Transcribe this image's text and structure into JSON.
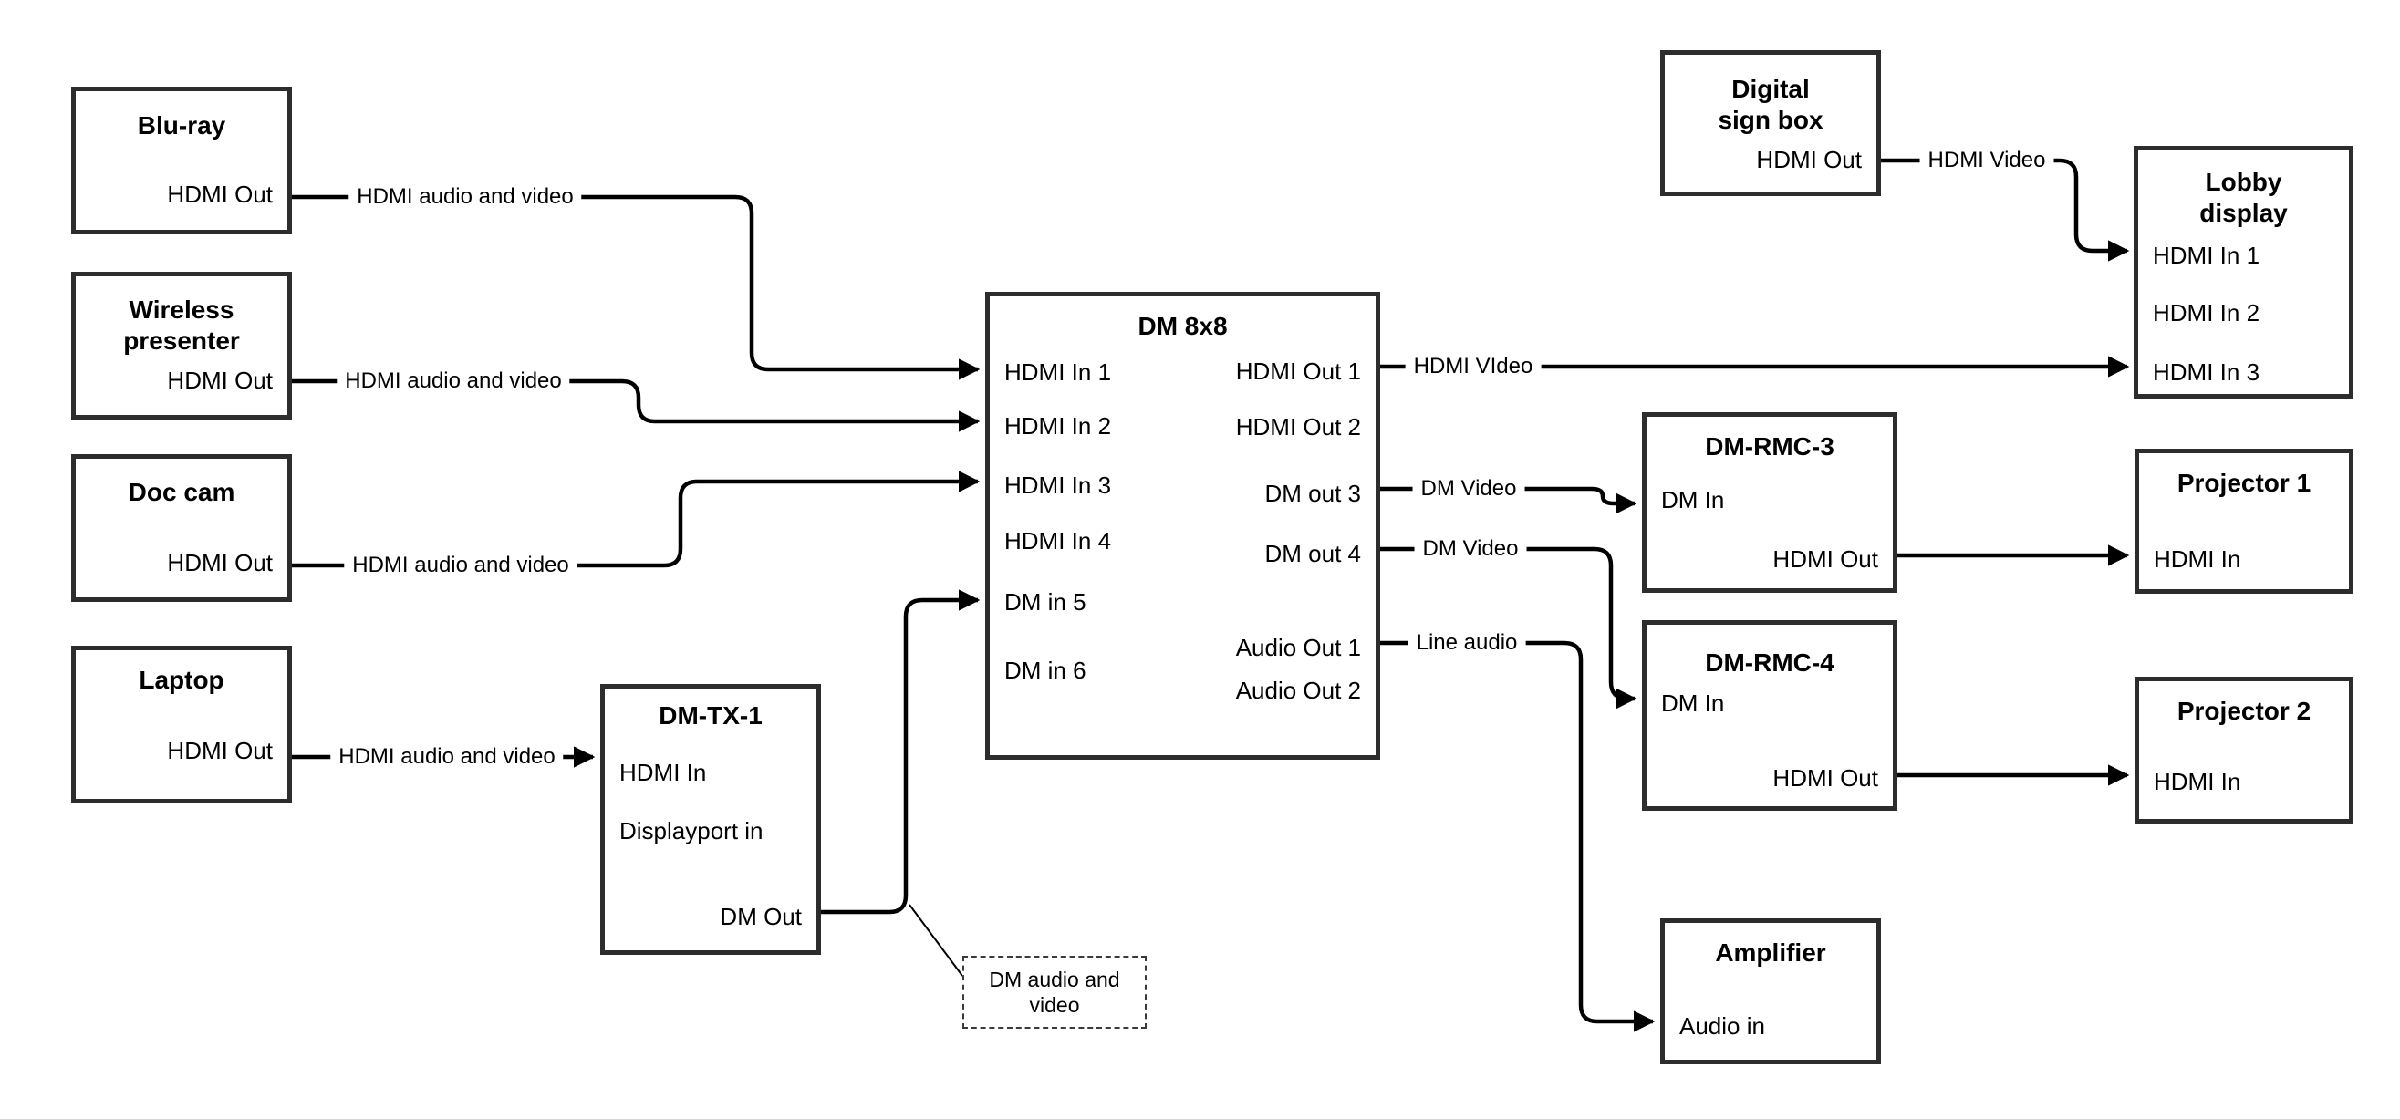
{
  "colors": {
    "background": "#ffffff",
    "wire": "#000000",
    "box_border": "#2d2d2d",
    "text": "#000000"
  },
  "boxes": {
    "blu_ray": {
      "title": "Blu-ray",
      "ports": {
        "hdmi_out": "HDMI Out"
      }
    },
    "wireless_presenter": {
      "title": "Wireless presenter",
      "ports": {
        "hdmi_out": "HDMI Out"
      }
    },
    "doc_cam": {
      "title": "Doc cam",
      "ports": {
        "hdmi_out": "HDMI Out"
      }
    },
    "laptop": {
      "title": "Laptop",
      "ports": {
        "hdmi_out": "HDMI Out"
      }
    },
    "dm_tx_1": {
      "title": "DM-TX-1",
      "ports": {
        "hdmi_in": "HDMI In",
        "displayport_in": "Displayport in",
        "dm_out": "DM Out"
      }
    },
    "dm_8x8": {
      "title": "DM 8x8",
      "inputs": [
        "HDMI In 1",
        "HDMI In 2",
        "HDMI In 3",
        "HDMI In 4",
        "DM in 5",
        "DM in 6"
      ],
      "outputs": [
        "HDMI Out 1",
        "HDMI Out 2",
        "DM out 3",
        "DM out 4",
        "Audio Out 1",
        "Audio Out 2"
      ]
    },
    "digital_sign_box": {
      "title": "Digital sign box",
      "ports": {
        "hdmi_out": "HDMI Out"
      }
    },
    "lobby_display": {
      "title": "Lobby display",
      "inputs": [
        "HDMI In 1",
        "HDMI In 2",
        "HDMI In 3"
      ]
    },
    "dm_rmc_3": {
      "title": "DM-RMC-3",
      "ports": {
        "dm_in": "DM In",
        "hdmi_out": "HDMI Out"
      }
    },
    "projector_1": {
      "title": "Projector 1",
      "ports": {
        "hdmi_in": "HDMI In"
      }
    },
    "dm_rmc_4": {
      "title": "DM-RMC-4",
      "ports": {
        "dm_in": "DM In",
        "hdmi_out": "HDMI Out"
      }
    },
    "projector_2": {
      "title": "Projector 2",
      "ports": {
        "hdmi_in": "HDMI In"
      }
    },
    "amplifier": {
      "title": "Amplifier",
      "ports": {
        "audio_in": "Audio in"
      }
    }
  },
  "wire_labels": {
    "bluray_av": "HDMI audio and video",
    "wireless_av": "HDMI audio and video",
    "doccam_av": "HDMI audio and video",
    "laptop_av": "HDMI audio and video",
    "out1_hdmi_video": "HDMI VIdeo",
    "out3_dm_video": "DM Video",
    "out4_dm_video": "DM Video",
    "out_line_audio": "Line audio",
    "sign_hdmi_video": "HDMI Video"
  },
  "note": {
    "text": "DM audio and video"
  }
}
